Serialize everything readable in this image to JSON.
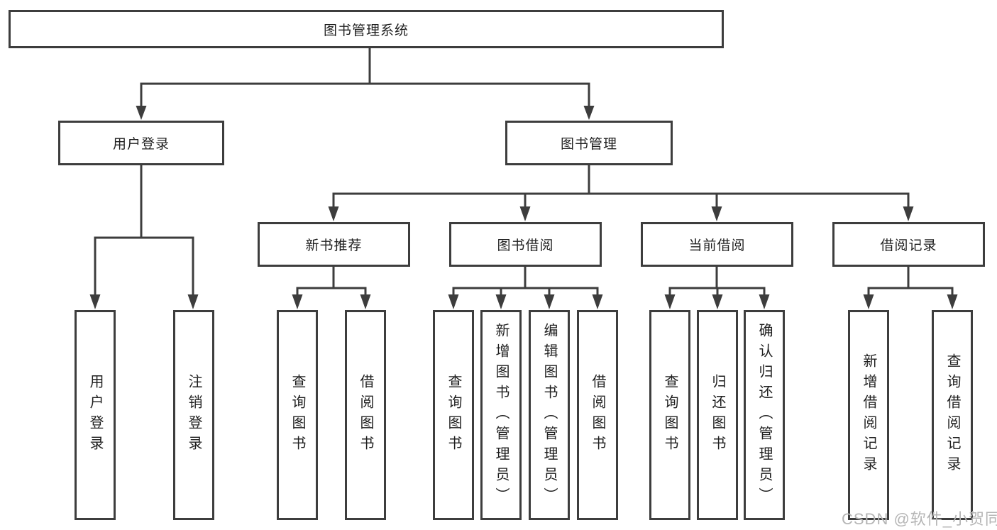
{
  "diagram": {
    "tree": {
      "label": "图书管理系统",
      "children": [
        {
          "label": "用户登录",
          "children": [
            {
              "label": "用户登录"
            },
            {
              "label": "注销登录"
            }
          ]
        },
        {
          "label": "图书管理",
          "children": [
            {
              "label": "新书推荐",
              "children": [
                {
                  "label": "查询图书"
                },
                {
                  "label": "借阅图书"
                }
              ]
            },
            {
              "label": "图书借阅",
              "children": [
                {
                  "label": "查询图书"
                },
                {
                  "label": "新增图书（管理员）"
                },
                {
                  "label": "编辑图书（管理员）"
                },
                {
                  "label": "借阅图书"
                }
              ]
            },
            {
              "label": "当前借阅",
              "children": [
                {
                  "label": "查询图书"
                },
                {
                  "label": "归还图书"
                },
                {
                  "label": "确认归还（管理员）"
                }
              ]
            },
            {
              "label": "借阅记录",
              "children": [
                {
                  "label": "新增借阅记录"
                },
                {
                  "label": "查询借阅记录"
                }
              ]
            }
          ]
        }
      ]
    },
    "watermark": {
      "text": "CSDN @软件_小贺同学",
      "color": "#b5b5b5"
    },
    "colors": {
      "line": "#3d3d3d",
      "box_border": "#3d3d3d",
      "text": "#1f1f1f",
      "background": "#ffffff"
    }
  }
}
